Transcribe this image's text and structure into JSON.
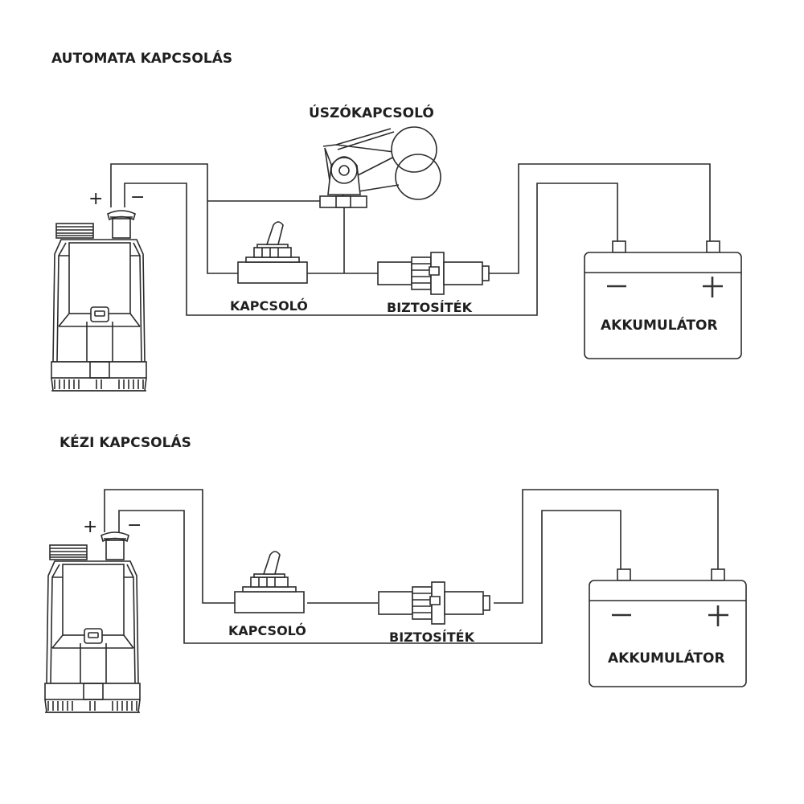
{
  "diagram": {
    "language": "hu",
    "sections": [
      {
        "id": "automatic",
        "title": "AUTOMATA KAPCSOLÁS",
        "components": {
          "pump": {
            "plus_label": "+",
            "minus_label": "−"
          },
          "float_switch": {
            "label": "ÚSZÓKAPCSOLÓ"
          },
          "toggle_switch": {
            "label": "KAPCSOLÓ"
          },
          "fuse": {
            "label": "BIZTOSÍTÉK"
          },
          "battery": {
            "label": "AKKUMULÁTOR",
            "minus_label": "−",
            "plus_label": "+"
          }
        },
        "connections": [
          {
            "from": "pump +",
            "to": "float switch / toggle switch (parallel)"
          },
          {
            "from": "float switch / toggle switch",
            "to": "fuse"
          },
          {
            "from": "fuse",
            "to": "battery +"
          },
          {
            "from": "pump −",
            "to": "battery −"
          }
        ]
      },
      {
        "id": "manual",
        "title": "KÉZI KAPCSOLÁS",
        "components": {
          "pump": {
            "plus_label": "+",
            "minus_label": "−"
          },
          "toggle_switch": {
            "label": "KAPCSOLÓ"
          },
          "fuse": {
            "label": "BIZTOSÍTÉK"
          },
          "battery": {
            "label": "AKKUMULÁTOR",
            "minus_label": "−",
            "plus_label": "+"
          }
        },
        "connections": [
          {
            "from": "pump +",
            "to": "toggle switch"
          },
          {
            "from": "toggle switch",
            "to": "fuse"
          },
          {
            "from": "fuse",
            "to": "battery +"
          },
          {
            "from": "pump −",
            "to": "battery −"
          }
        ]
      }
    ]
  }
}
